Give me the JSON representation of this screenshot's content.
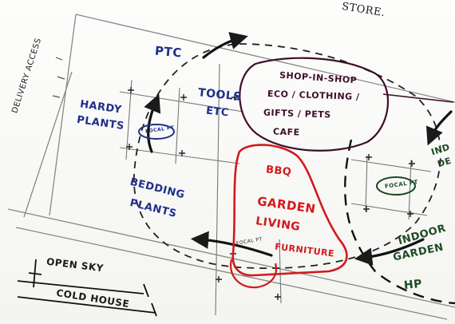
{
  "labels": {
    "store": "STORE.",
    "delivery_access": "DELIVERY ACCESS",
    "ptc": "PTC",
    "hardy": "HARDY",
    "plants_1": "PLANTS",
    "tools": "TOOLS",
    "etc": "ETC",
    "focal_pt_1": "FOCAL PT",
    "shop_1": "SHOP-IN-SHOP",
    "shop_2": "ECO / CLOTHING /",
    "shop_3": "GIFTS / PETS",
    "shop_4": "CAFE",
    "bbq": "BBQ",
    "garden": "GARDEN",
    "living": "LIVING",
    "bedding": "BEDDING",
    "plants_2": "PLANTS",
    "focal_pt_2": "FOCAL PT",
    "focal_pt_3": "FOCAL PT",
    "furniture": "FURNITURE",
    "indoor_1": "INDOOR",
    "garden_2": "GARDEN",
    "hp": "HP",
    "ind_top": "IND",
    "de_top": "DE",
    "open_sky": "OPEN SKY",
    "cold_house": "COLD HOUSE"
  },
  "colors": {
    "ink_black": "#1a1a1a",
    "ink_blue": "#1f2f8c",
    "ink_red": "#d3191c",
    "ink_plum": "#3e0f2a",
    "ink_green": "#1d4a22",
    "pencil": "#8a8a8a"
  }
}
